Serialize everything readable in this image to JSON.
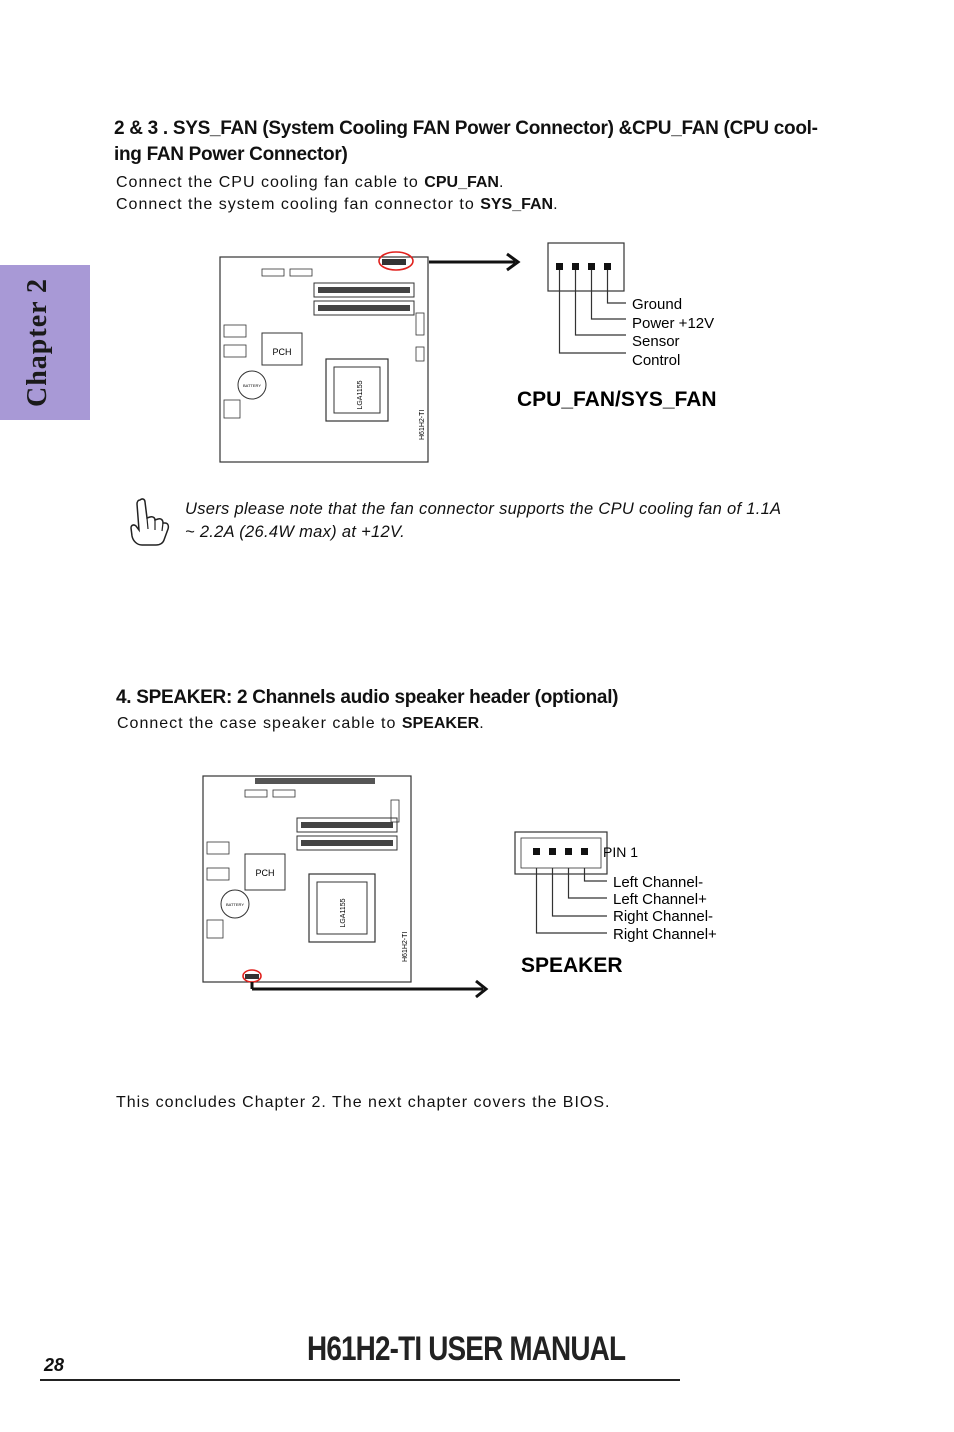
{
  "sidebar": {
    "chapter_label": "Chapter 2"
  },
  "section1": {
    "heading_line1": "2 & 3 . SYS_FAN (System Cooling FAN Power Connector) &CPU_FAN (CPU cool-",
    "heading_line2": "ing FAN Power Connector)",
    "line1_prefix": "Connect the CPU cooling fan cable to ",
    "line1_bold": "CPU_FAN",
    "line1_suffix": ".",
    "line2_prefix": "Connect the system cooling fan connector to ",
    "line2_bold": "SYS_FAN",
    "line2_suffix": "."
  },
  "figure1": {
    "board_label_pch": "PCH",
    "board_label_socket": "LGA1155",
    "board_label_model": "H61H2-TI",
    "board_label_battery": "BATTERY",
    "pins": [
      "Ground",
      "Power +12V",
      "Sensor",
      "Control"
    ],
    "caption": "CPU_FAN/SYS_FAN"
  },
  "note": {
    "icon": "pointing-hand-icon",
    "line1": "Users please note that the fan connector supports the CPU cooling fan of 1.1A",
    "line2": "~ 2.2A (26.4W max) at +12V."
  },
  "section2": {
    "heading": "4. SPEAKER: 2 Channels audio speaker header (optional)",
    "line_prefix": "Connect the case speaker cable to ",
    "line_bold": "SPEAKER",
    "line_suffix": "."
  },
  "figure2": {
    "board_label_pch": "PCH",
    "board_label_socket": "LGA1155",
    "board_label_model": "H61H2-TI",
    "board_label_battery": "BATTERY",
    "pin1_label": "PIN 1",
    "pins": [
      "Left Channel-",
      "Left Channel+",
      "Right Channel-",
      "Right Channel+"
    ],
    "caption": "SPEAKER"
  },
  "conclusion": "This concludes Chapter 2. The next chapter covers the BIOS.",
  "footer": {
    "page_number": "28",
    "title": "H61H2-TI USER MANUAL"
  },
  "colors": {
    "tab": "#a899d6",
    "highlight": "#e0201c"
  }
}
